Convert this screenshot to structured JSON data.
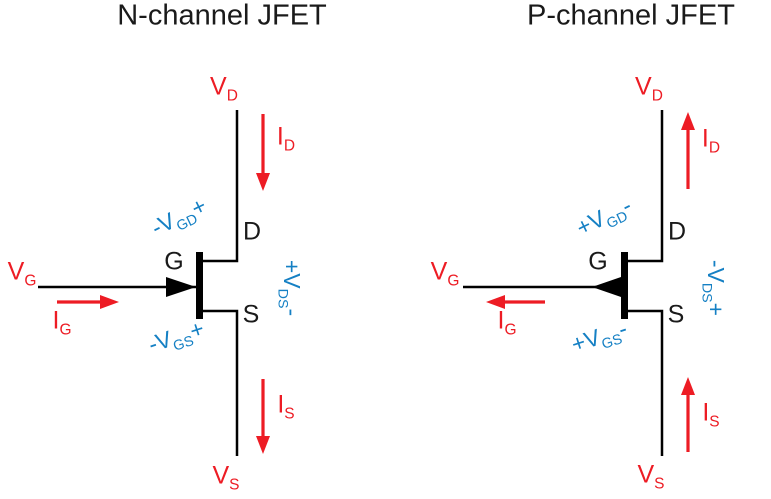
{
  "colors": {
    "red": "#ed1c24",
    "blue": "#1580c4",
    "line": "#000000"
  },
  "diagrams": [
    {
      "title": "N-channel JFET",
      "channel_type": "N",
      "gate_arrow_direction": "into-channel",
      "terminals": {
        "drain": "D",
        "gate": "G",
        "source": "S"
      },
      "voltages": {
        "vd": {
          "main": "V",
          "sub": "D"
        },
        "vg": {
          "main": "V",
          "sub": "G"
        },
        "vs": {
          "main": "V",
          "sub": "S"
        },
        "vgd": {
          "pre": "-V",
          "sub": "GD",
          "post": "+"
        },
        "vgs": {
          "pre": "-V",
          "sub": "GS",
          "post": "+"
        },
        "vds": {
          "pre": "+V",
          "sub": "DS",
          "post": "-"
        }
      },
      "currents": {
        "id": {
          "main": "I",
          "sub": "D",
          "direction": "down"
        },
        "ig": {
          "main": "I",
          "sub": "G",
          "direction": "right"
        },
        "is": {
          "main": "I",
          "sub": "S",
          "direction": "down"
        }
      }
    },
    {
      "title": "P-channel JFET",
      "channel_type": "P",
      "gate_arrow_direction": "out-of-channel",
      "terminals": {
        "drain": "D",
        "gate": "G",
        "source": "S"
      },
      "voltages": {
        "vd": {
          "main": "V",
          "sub": "D"
        },
        "vg": {
          "main": "V",
          "sub": "G"
        },
        "vs": {
          "main": "V",
          "sub": "S"
        },
        "vgd": {
          "pre": "+V",
          "sub": "GD",
          "post": "-"
        },
        "vgs": {
          "pre": "+V",
          "sub": "GS",
          "post": "-"
        },
        "vds": {
          "pre": "-V",
          "sub": "DS",
          "post": "+"
        }
      },
      "currents": {
        "id": {
          "main": "I",
          "sub": "D",
          "direction": "up"
        },
        "ig": {
          "main": "I",
          "sub": "G",
          "direction": "left"
        },
        "is": {
          "main": "I",
          "sub": "S",
          "direction": "up"
        }
      }
    }
  ]
}
